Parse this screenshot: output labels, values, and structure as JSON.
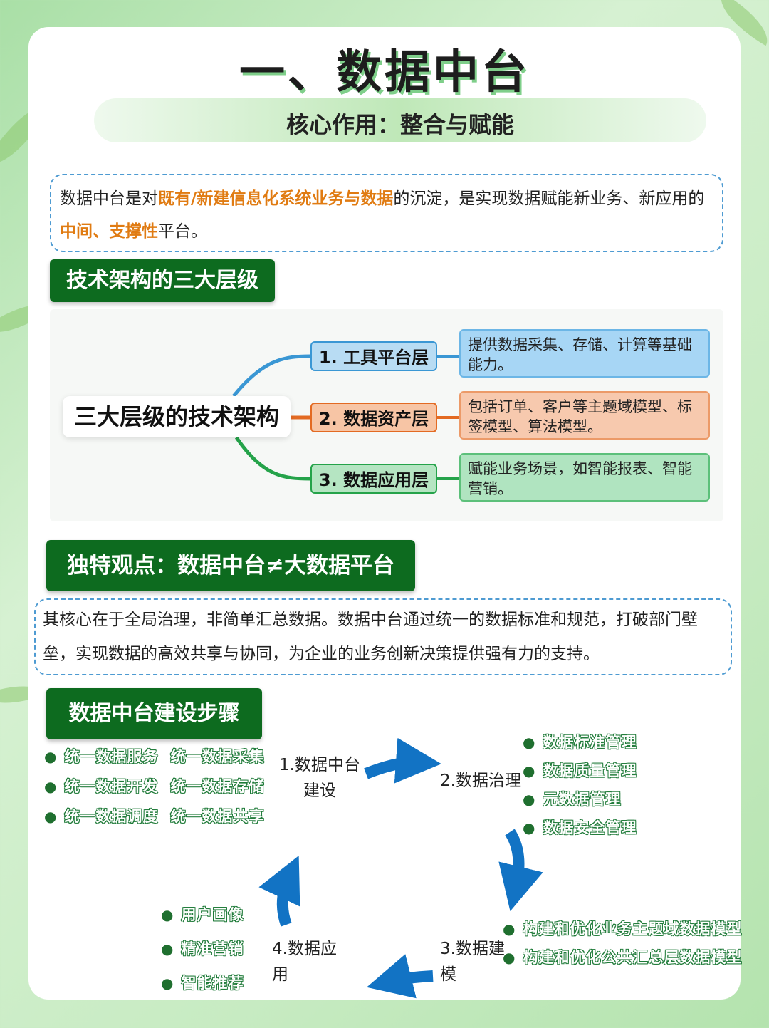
{
  "title": "一、数据中台",
  "subtitle": "核心作用：整合与赋能",
  "intro": {
    "p1": "数据中台是对",
    "h1": "既有/新建信息化系统业务与数据",
    "p2": "的沉淀，是实现数据赋能新业务、新应用的",
    "h2": "中间、支撑性",
    "p3": "平台。"
  },
  "arch": {
    "heading": "技术架构的三大层级",
    "root": "三大层级的技术架构",
    "layers": [
      {
        "label": "1. 工具平台层",
        "desc": "提供数据采集、存储、计算等基础能力。",
        "color": "#3a97d4",
        "fill": "#b8dcf3",
        "descfill": "#a7d6f5"
      },
      {
        "label": "2. 数据资产层",
        "desc": "包括订单、客户等主题域模型、标签模型、算法模型。",
        "color": "#e36a22",
        "fill": "#f7c5a5",
        "descfill": "#f7c9ae"
      },
      {
        "label": "3. 数据应用层",
        "desc": "赋能业务场景，如智能报表、智能营销。",
        "color": "#25a34a",
        "fill": "#b5e5c2",
        "descfill": "#b0e4c0"
      }
    ]
  },
  "view": {
    "heading": "独特观点：数据中台≠大数据平台",
    "text": "其核心在于全局治理，非简单汇总数据。数据中台通过统一的数据标准和规范，打破部门壁垒，实现数据的高效共享与协同，为企业的业务创新决策提供强有力的支持。"
  },
  "steps": {
    "heading": "数据中台建设步骤",
    "step1": "1.数据中台建设",
    "step2": "2.数据治理",
    "step3": "3.数据建模",
    "step4": "4.数据应用",
    "step1_items": [
      "统一数据服务",
      "统一数据采集",
      "统一数据开发",
      "统一数据存储",
      "统一数据调度",
      "统一数据共享"
    ],
    "step2_items": [
      "数据标准管理",
      "数据质量管理",
      "元数据管理",
      "数据安全管理"
    ],
    "step3_items": [
      "构建和优化业务主题域数据模型",
      "构建和优化公共汇总层数据模型"
    ],
    "step4_items": [
      "用户画像",
      "精准营销",
      "智能推荐"
    ],
    "arrow_color": "#1273c4"
  },
  "icons": [
    "leaf-decoration",
    "cycle-arrow-icon"
  ]
}
